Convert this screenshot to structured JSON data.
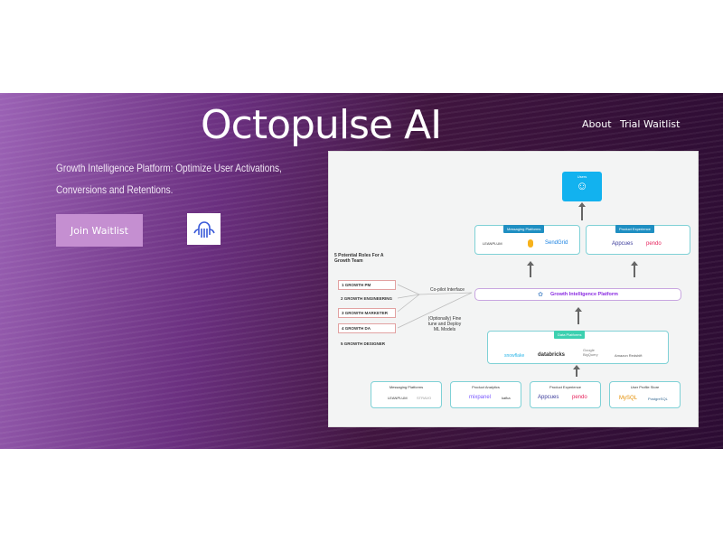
{
  "header": {
    "title": "Octopulse AI",
    "nav": [
      "About",
      "Trial Waitlist"
    ]
  },
  "hero": {
    "subtitle_line1": "Growth Intelligence Platform: Optimize User Activations,",
    "subtitle_line2": "Conversions and Retentions.",
    "cta": "Join Waitlist"
  },
  "diagram": {
    "users": "Users",
    "messaging_top": {
      "label": "Messaging Platforms",
      "logos": [
        "LEANPLUM",
        "SendGrid"
      ]
    },
    "product_top": {
      "label": "Product Experience",
      "logos": [
        "Appcues",
        "pendo"
      ]
    },
    "roles_title": "5 Potential Roles For A Growth Team",
    "roles": [
      "1  GROWTH PM",
      "2  GROWTH ENGINEERING",
      "3  GROWTH MARKETER",
      "4  GROWTH DA",
      "5  GROWTH DESIGNER"
    ],
    "copilot": "Co-pilot Interface",
    "finetune": "(Optionally) Fine tune and Deploy ML Models",
    "gip": "Growth Intelligence Platform",
    "data_platforms": {
      "label": "Data Platforms",
      "logos": [
        "snowflake",
        "databricks",
        "Google BigQuery",
        "Amazon Redshift"
      ]
    },
    "sources": [
      {
        "label": "Messaging Platforms",
        "logos": [
          "LEANPLUM",
          "STRAVO"
        ]
      },
      {
        "label": "Product Analytics",
        "logos": [
          "mixpanel",
          "kafka"
        ]
      },
      {
        "label": "Product Experience",
        "logos": [
          "Appcues",
          "pendo"
        ]
      },
      {
        "label": "User Profile Store",
        "logos": [
          "MySQL",
          "PostgreSQL"
        ]
      }
    ]
  },
  "colors": {
    "accent": "#c58fd1",
    "users": "#12b2ef",
    "tag": "#1f8fc2",
    "gip": "#8a2be2"
  }
}
